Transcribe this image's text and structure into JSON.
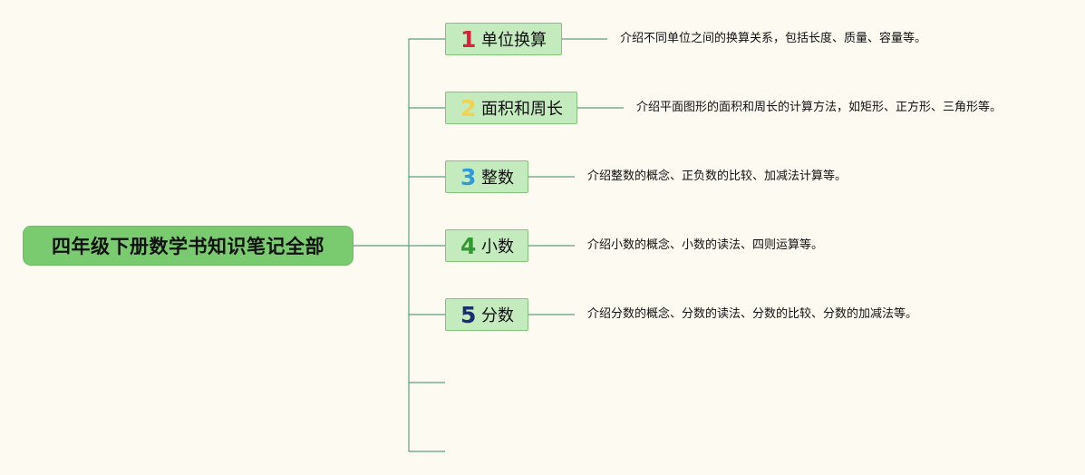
{
  "root": {
    "title": "四年级下册数学书知识笔记全部"
  },
  "branches": [
    {
      "number": "1",
      "number_color": "#d9213b",
      "label": "单位换算",
      "description": "介绍不同单位之间的换算关系，包括长度、质量、容量等。"
    },
    {
      "number": "2",
      "number_color": "#f1d251",
      "label": "面积和周长",
      "description": "介绍平面图形的面积和周长的计算方法，如矩形、正方形、三角形等。"
    },
    {
      "number": "3",
      "number_color": "#2f9bd8",
      "label": "整数",
      "description": "介绍整数的概念、正负数的比较、加减法计算等。"
    },
    {
      "number": "4",
      "number_color": "#2f9a2f",
      "label": "小数",
      "description": "介绍小数的概念、小数的读法、四则运算等。"
    },
    {
      "number": "5",
      "number_color": "#1a2e6e",
      "label": "分数",
      "description": "介绍分数的概念、分数的读法、分数的比较、分数的加减法等。"
    }
  ],
  "colors": {
    "background": "#fdfaf2",
    "root_fill": "#7acb6f",
    "branch_fill": "#c3ebbd",
    "branch_border": "#82c47a",
    "connector": "#5a9a7a"
  }
}
